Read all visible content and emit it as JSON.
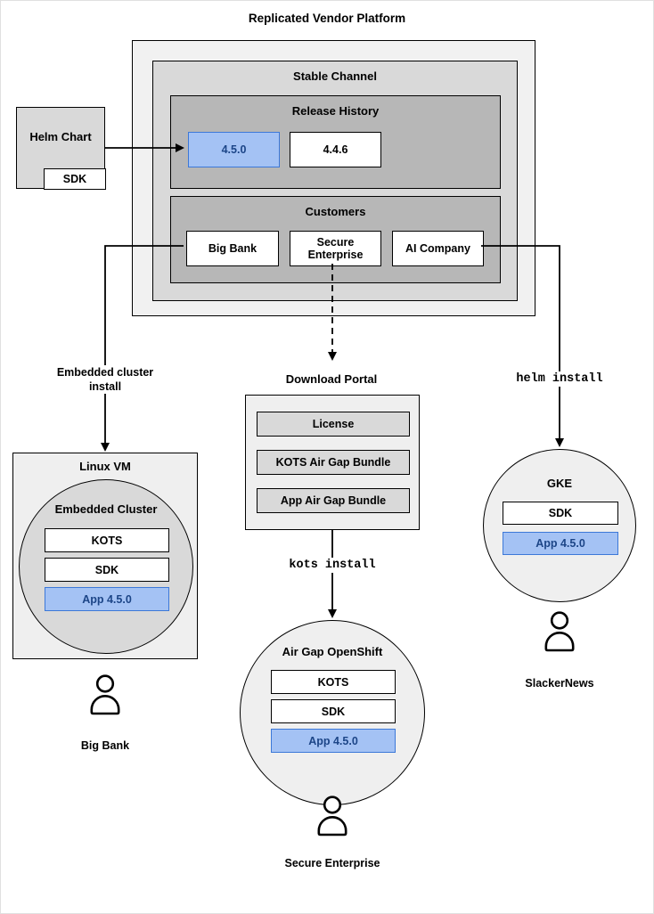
{
  "diagram_title": "Replicated Vendor Platform",
  "platform": {
    "stable_channel": {
      "title": "Stable Channel",
      "release_history": {
        "title": "Release History",
        "current_release": "4.5.0",
        "previous_release": "4.4.6"
      },
      "customers": {
        "title": "Customers",
        "big_bank": "Big Bank",
        "secure_enterprise": "Secure Enterprise",
        "ai_company": "AI Company"
      }
    }
  },
  "helm_chart": {
    "title": "Helm Chart",
    "sdk": "SDK"
  },
  "left_flow": {
    "install_label": "Embedded cluster install",
    "vm_title": "Linux VM",
    "cluster_title": "Embedded Cluster",
    "components": [
      "KOTS",
      "SDK",
      "App 4.5.0"
    ],
    "persona": "Big Bank"
  },
  "middle_flow": {
    "portal_title": "Download Portal",
    "portal_items": [
      "License",
      "KOTS Air Gap Bundle",
      "App Air Gap Bundle"
    ],
    "install_label": "kots install",
    "cluster_title": "Air Gap OpenShift",
    "components": [
      "KOTS",
      "SDK",
      "App 4.5.0"
    ],
    "persona": "Secure Enterprise"
  },
  "right_flow": {
    "install_label": "helm install",
    "cluster_title": "GKE",
    "components": [
      "SDK",
      "App 4.5.0"
    ],
    "persona": "SlackerNews"
  },
  "colors": {
    "highlight_fill": "#a4c2f4",
    "highlight_border": "#3c78d8",
    "highlight_text": "#1c4587",
    "outer_fill": "#f1f1f1",
    "channel_fill": "#d9d9d9",
    "group_fill": "#b7b7b7",
    "line": "#000000"
  }
}
